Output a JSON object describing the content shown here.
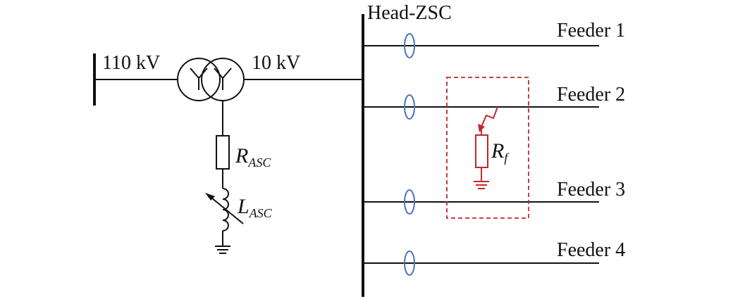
{
  "bus_hv_label": "110 kV",
  "bus_lv_label": "10 kV",
  "main_bus_label": "Head-ZSC",
  "feeders": [
    {
      "label": "Feeder 1"
    },
    {
      "label": "Feeder 2"
    },
    {
      "label": "Feeder 3"
    },
    {
      "label": "Feeder 4"
    }
  ],
  "resistor_asc": {
    "symbol": "R",
    "subscript": "ASC"
  },
  "inductor_asc": {
    "symbol": "L",
    "subscript": "ASC"
  },
  "fault_resistor": {
    "symbol": "R",
    "subscript": "f"
  },
  "colors": {
    "line": "#111111",
    "ct": "#4a74b8",
    "fault": "#c0282d"
  },
  "icons": {
    "transformer": "two-winding-transformer-icon",
    "ct": "current-transformer-icon",
    "ground": "ground-icon",
    "inductor": "variable-inductor-icon",
    "lightning": "lightning-icon"
  }
}
